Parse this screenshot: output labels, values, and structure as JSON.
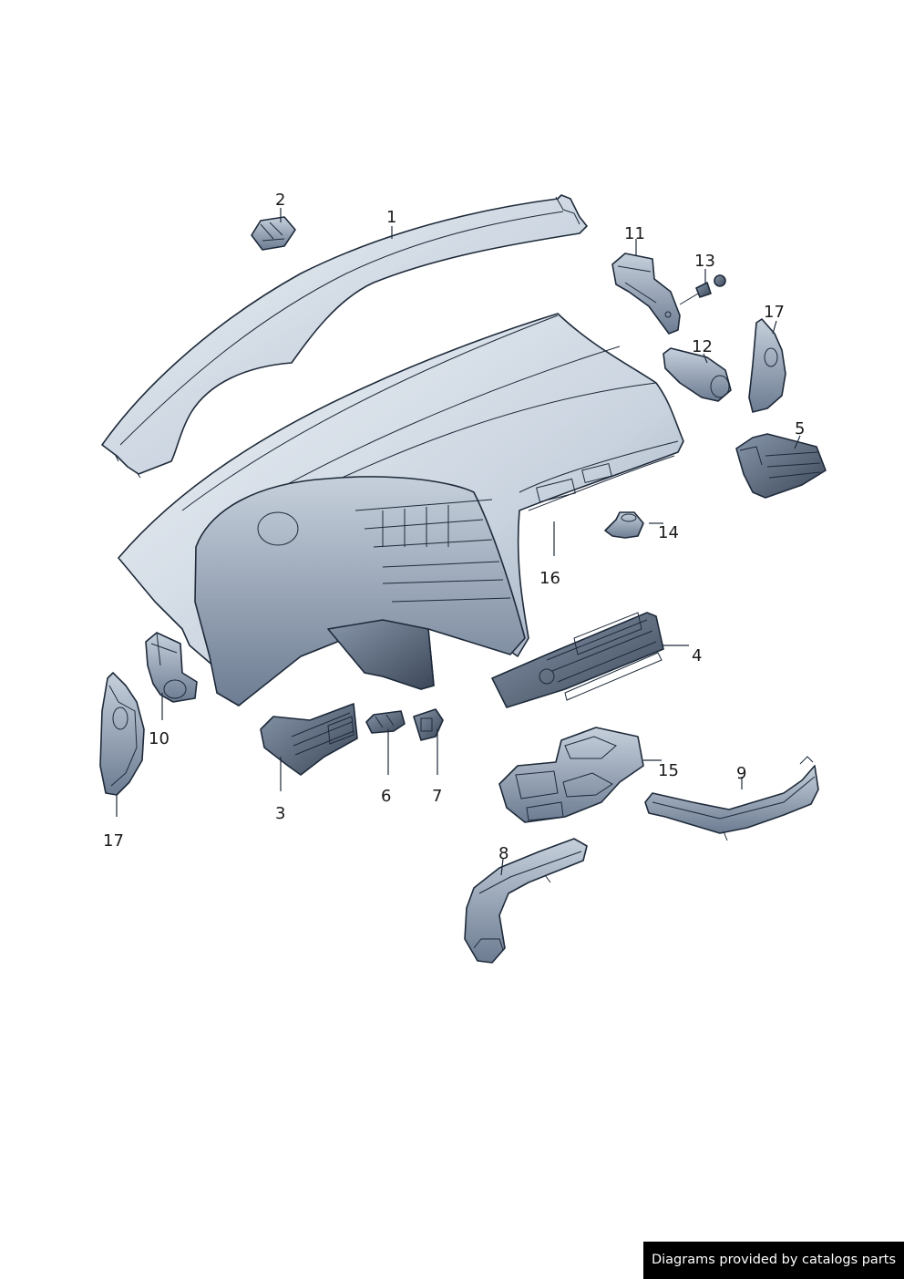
{
  "diagram": {
    "colors": {
      "part_fill_light": "#dde4ec",
      "part_fill_mid": "#b7c3d3",
      "part_fill_dark": "#5d6c82",
      "outline": "#1e2a3a"
    },
    "callouts": {
      "c1": "1",
      "c2": "2",
      "c3": "3",
      "c4": "4",
      "c5": "5",
      "c6": "6",
      "c7": "7",
      "c8": "8",
      "c9": "9",
      "c10": "10",
      "c11": "11",
      "c12": "12",
      "c13": "13",
      "c14": "14",
      "c15": "15",
      "c16": "16",
      "c17_right": "17",
      "c17_left": "17"
    }
  },
  "footer": {
    "credit": "Diagrams provided by catalogs parts"
  }
}
